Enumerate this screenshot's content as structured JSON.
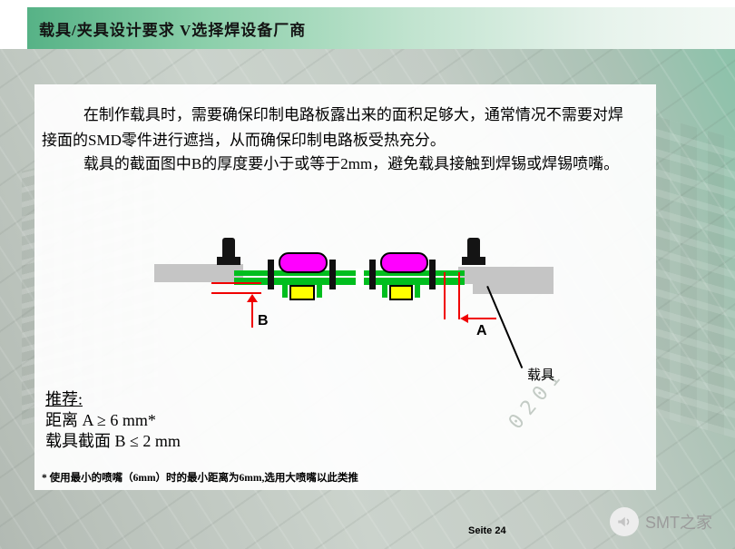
{
  "header": {
    "title": "载具/夹具设计要求 V选择焊设备厂商"
  },
  "content": {
    "para1": "在制作载具时，需要确保印制电路板露出来的面积足够大，通常情况不需要对焊接面的SMD零件进行遮挡，从而确保印制电路板受热充分。",
    "para2": "载具的截面图中B的厚度要小于或等于2mm，避免载具接触到焊锡或焊锡喷嘴。"
  },
  "diagram": {
    "label_b": "B",
    "label_a": "A",
    "carrier_label": "载具"
  },
  "recommendation": {
    "heading": "推荐:",
    "line1": "距离 A ≥ 6 mm*",
    "line2": "载具截面 B ≤ 2 mm"
  },
  "footnote": "* 使用最小的喷嘴（6mm）时的最小距离为6mm,选用大喷嘴以此类推",
  "footer": {
    "page": "Seite 24"
  },
  "watermark": {
    "text": "SMT之家"
  },
  "background": {
    "pcb_marking": "0201"
  },
  "colors": {
    "accent-green": "#56b286",
    "carrier-gray": "#c5c5c5",
    "pcb-green": "#00be1e",
    "component-magenta": "#ff00ff",
    "component-yellow": "#ffff00",
    "dimension-red": "#f00000",
    "clamp-black": "#141414"
  }
}
